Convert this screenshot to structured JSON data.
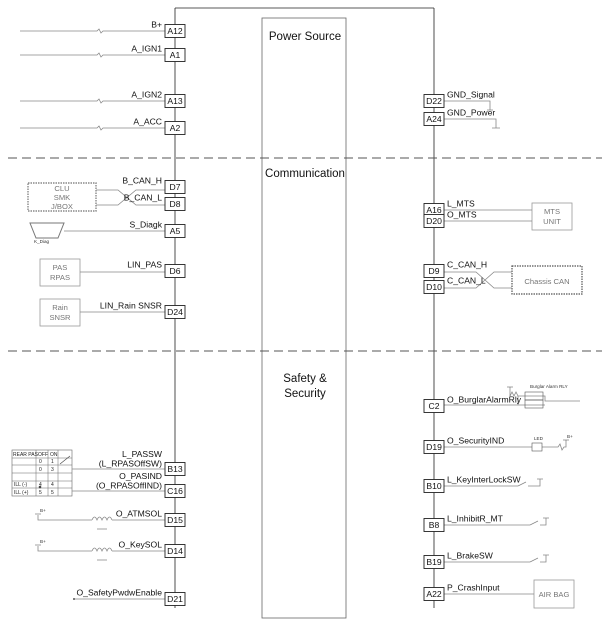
{
  "sections": {
    "power": "Power Source",
    "communication": "Communication",
    "safety_line1": "Safety &",
    "safety_line2": "Security"
  },
  "left_pins": [
    {
      "id": "A12",
      "signal": "B+"
    },
    {
      "id": "A1",
      "signal": "A_IGN1"
    },
    {
      "id": "A13",
      "signal": "A_IGN2"
    },
    {
      "id": "A2",
      "signal": "A_ACC"
    },
    {
      "id": "D7",
      "signal": "B_CAN_H"
    },
    {
      "id": "D8",
      "signal": "B_CAN_L"
    },
    {
      "id": "A5",
      "signal": "S_Diagk"
    },
    {
      "id": "D6",
      "signal": "LIN_PAS"
    },
    {
      "id": "D24",
      "signal": "LIN_Rain SNSR"
    },
    {
      "id": "B13",
      "signal": "L_PASSW",
      "signal2": "(L_RPASOffSW)"
    },
    {
      "id": "C16",
      "signal": "O_PASIND",
      "signal2": "(O_RPASOffIND)"
    },
    {
      "id": "D15",
      "signal": "O_ATMSOL"
    },
    {
      "id": "D14",
      "signal": "O_KeySOL"
    },
    {
      "id": "D21",
      "signal": "O_SafetyPwdwEnable"
    }
  ],
  "right_pins": [
    {
      "id": "D22",
      "signal": "GND_Signal"
    },
    {
      "id": "A24",
      "signal": "GND_Power"
    },
    {
      "id": "A16",
      "signal": "L_MTS"
    },
    {
      "id": "D20",
      "signal": "O_MTS"
    },
    {
      "id": "D9",
      "signal": "C_CAN_H"
    },
    {
      "id": "D10",
      "signal": "C_CAN_L"
    },
    {
      "id": "C2",
      "signal": "O_BurglarAlarmRly"
    },
    {
      "id": "D19",
      "signal": "O_SecurityIND"
    },
    {
      "id": "B10",
      "signal": "L_KeyInterLockSW"
    },
    {
      "id": "B8",
      "signal": "L_InhibitR_MT"
    },
    {
      "id": "B19",
      "signal": "L_BrakeSW"
    },
    {
      "id": "A22",
      "signal": "P_CrashInput"
    }
  ],
  "devices": {
    "clu_lines": [
      "CLU",
      "SMK",
      "J/BOX"
    ],
    "diag_label": "K_Diag",
    "pas_lines": [
      "PAS",
      "RPAS"
    ],
    "rain_lines": [
      "Rain",
      "SNSR"
    ],
    "mts_lines": [
      "MTS",
      "UNIT"
    ],
    "chassis_can": "Chassis CAN",
    "airbag": "AIR BAG",
    "burglar_relay": "Burglar Alarm RLY",
    "led": "LED",
    "bplus": "B+",
    "bplus_small": "B+"
  },
  "pas_table": {
    "headers": [
      "REAR PAS",
      "OFF",
      "ON"
    ],
    "rows": [
      [
        "",
        "0",
        "1"
      ],
      [
        "",
        "0",
        "3"
      ],
      [
        "ILL (-)",
        "4",
        "4"
      ],
      [
        "ILL (+)",
        "5",
        "5"
      ]
    ]
  }
}
